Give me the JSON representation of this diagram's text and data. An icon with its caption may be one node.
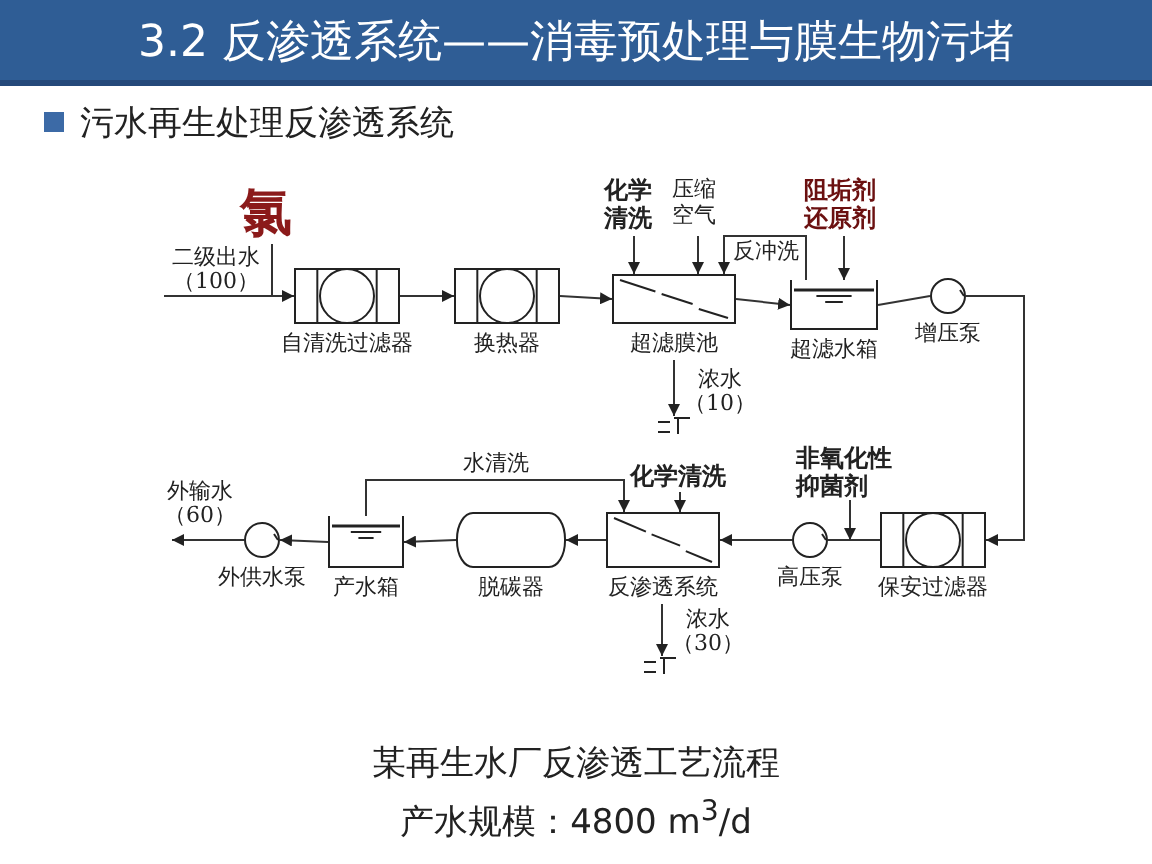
{
  "diagram": {
    "title": "3.2 反渗透系统——消毒预处理与膜生物污堵",
    "caption": "某再生水厂反渗透工艺流程",
    "nodes": [
      {
        "text": [
          "氯"
        ]
      },
      {
        "text": [
          "自清洗过滤器"
        ]
      },
      {
        "text": [
          "换热器"
        ]
      },
      {
        "text": [
          "化学清洗"
        ]
      },
      {
        "text": [
          "压缩空气"
        ]
      },
      {
        "text": [
          "超滤膜池"
        ]
      },
      {
        "text": [
          "阻垢剂还原剂"
        ]
      },
      {
        "text": [
          "超滤水箱"
        ]
      },
      {
        "text": [
          "增压泵"
        ]
      },
      {
        "text": [],
        "shape": "drain"
      },
      {
        "text": [
          "非氧化性抑菌剂"
        ]
      },
      {
        "text": [
          "保安过滤器"
        ]
      },
      {
        "text": [
          "高压泵"
        ]
      },
      {
        "text": [
          "化学清洗"
        ]
      },
      {
        "text": [
          "反渗透系统"
        ]
      },
      {
        "text": [],
        "shape": "drain"
      },
      {
        "text": [
          "脱碳器"
        ]
      },
      {
        "text": [
          "产水箱"
        ]
      },
      {
        "text": [
          "外供水泵"
        ]
      }
    ],
    "edges": [
      {
        "from": null,
        "to": 1,
        "arrow": "to",
        "label": "二级出水（100）"
      },
      {
        "from": 0,
        "to": 1,
        "arrow": "none"
      },
      {
        "from": 1,
        "to": 2,
        "arrow": "to"
      },
      {
        "from": 2,
        "to": 5,
        "arrow": "to"
      },
      {
        "from": 3,
        "to": 5,
        "arrow": "to"
      },
      {
        "from": 4,
        "to": 5,
        "arrow": "to"
      },
      {
        "from": 7,
        "to": 5,
        "arrow": "to",
        "label": "反冲洗"
      },
      {
        "from": 5,
        "to": 7,
        "arrow": "to"
      },
      {
        "from": 6,
        "to": 7,
        "arrow": "to"
      },
      {
        "from": 5,
        "to": 9,
        "arrow": "to",
        "label": "浓水（10）"
      },
      {
        "from": 7,
        "to": 8,
        "arrow": "none"
      },
      {
        "from": 8,
        "to": 11,
        "arrow": "to"
      },
      {
        "from": 11,
        "to": 12,
        "arrow": "none"
      },
      {
        "from": 10,
        "to": 12,
        "arrow": "to"
      },
      {
        "from": 12,
        "to": 14,
        "arrow": "to"
      },
      {
        "from": 13,
        "to": 14,
        "arrow": "to"
      },
      {
        "from": 17,
        "to": 14,
        "arrow": "to",
        "label": "水清洗"
      },
      {
        "from": 14,
        "to": 15,
        "arrow": "to",
        "label": "浓水（30）"
      },
      {
        "from": 14,
        "to": 16,
        "arrow": "to"
      },
      {
        "from": 16,
        "to": 17,
        "arrow": "to"
      },
      {
        "from": 17,
        "to": 18,
        "arrow": "to"
      },
      {
        "from": 18,
        "to": null,
        "arrow": "to",
        "label": "外输水（60）"
      }
    ],
    "labels": [
      "污水再生处理反渗透系统",
      "产水规模：4800 m$^{3}$/d"
    ]
  }
}
